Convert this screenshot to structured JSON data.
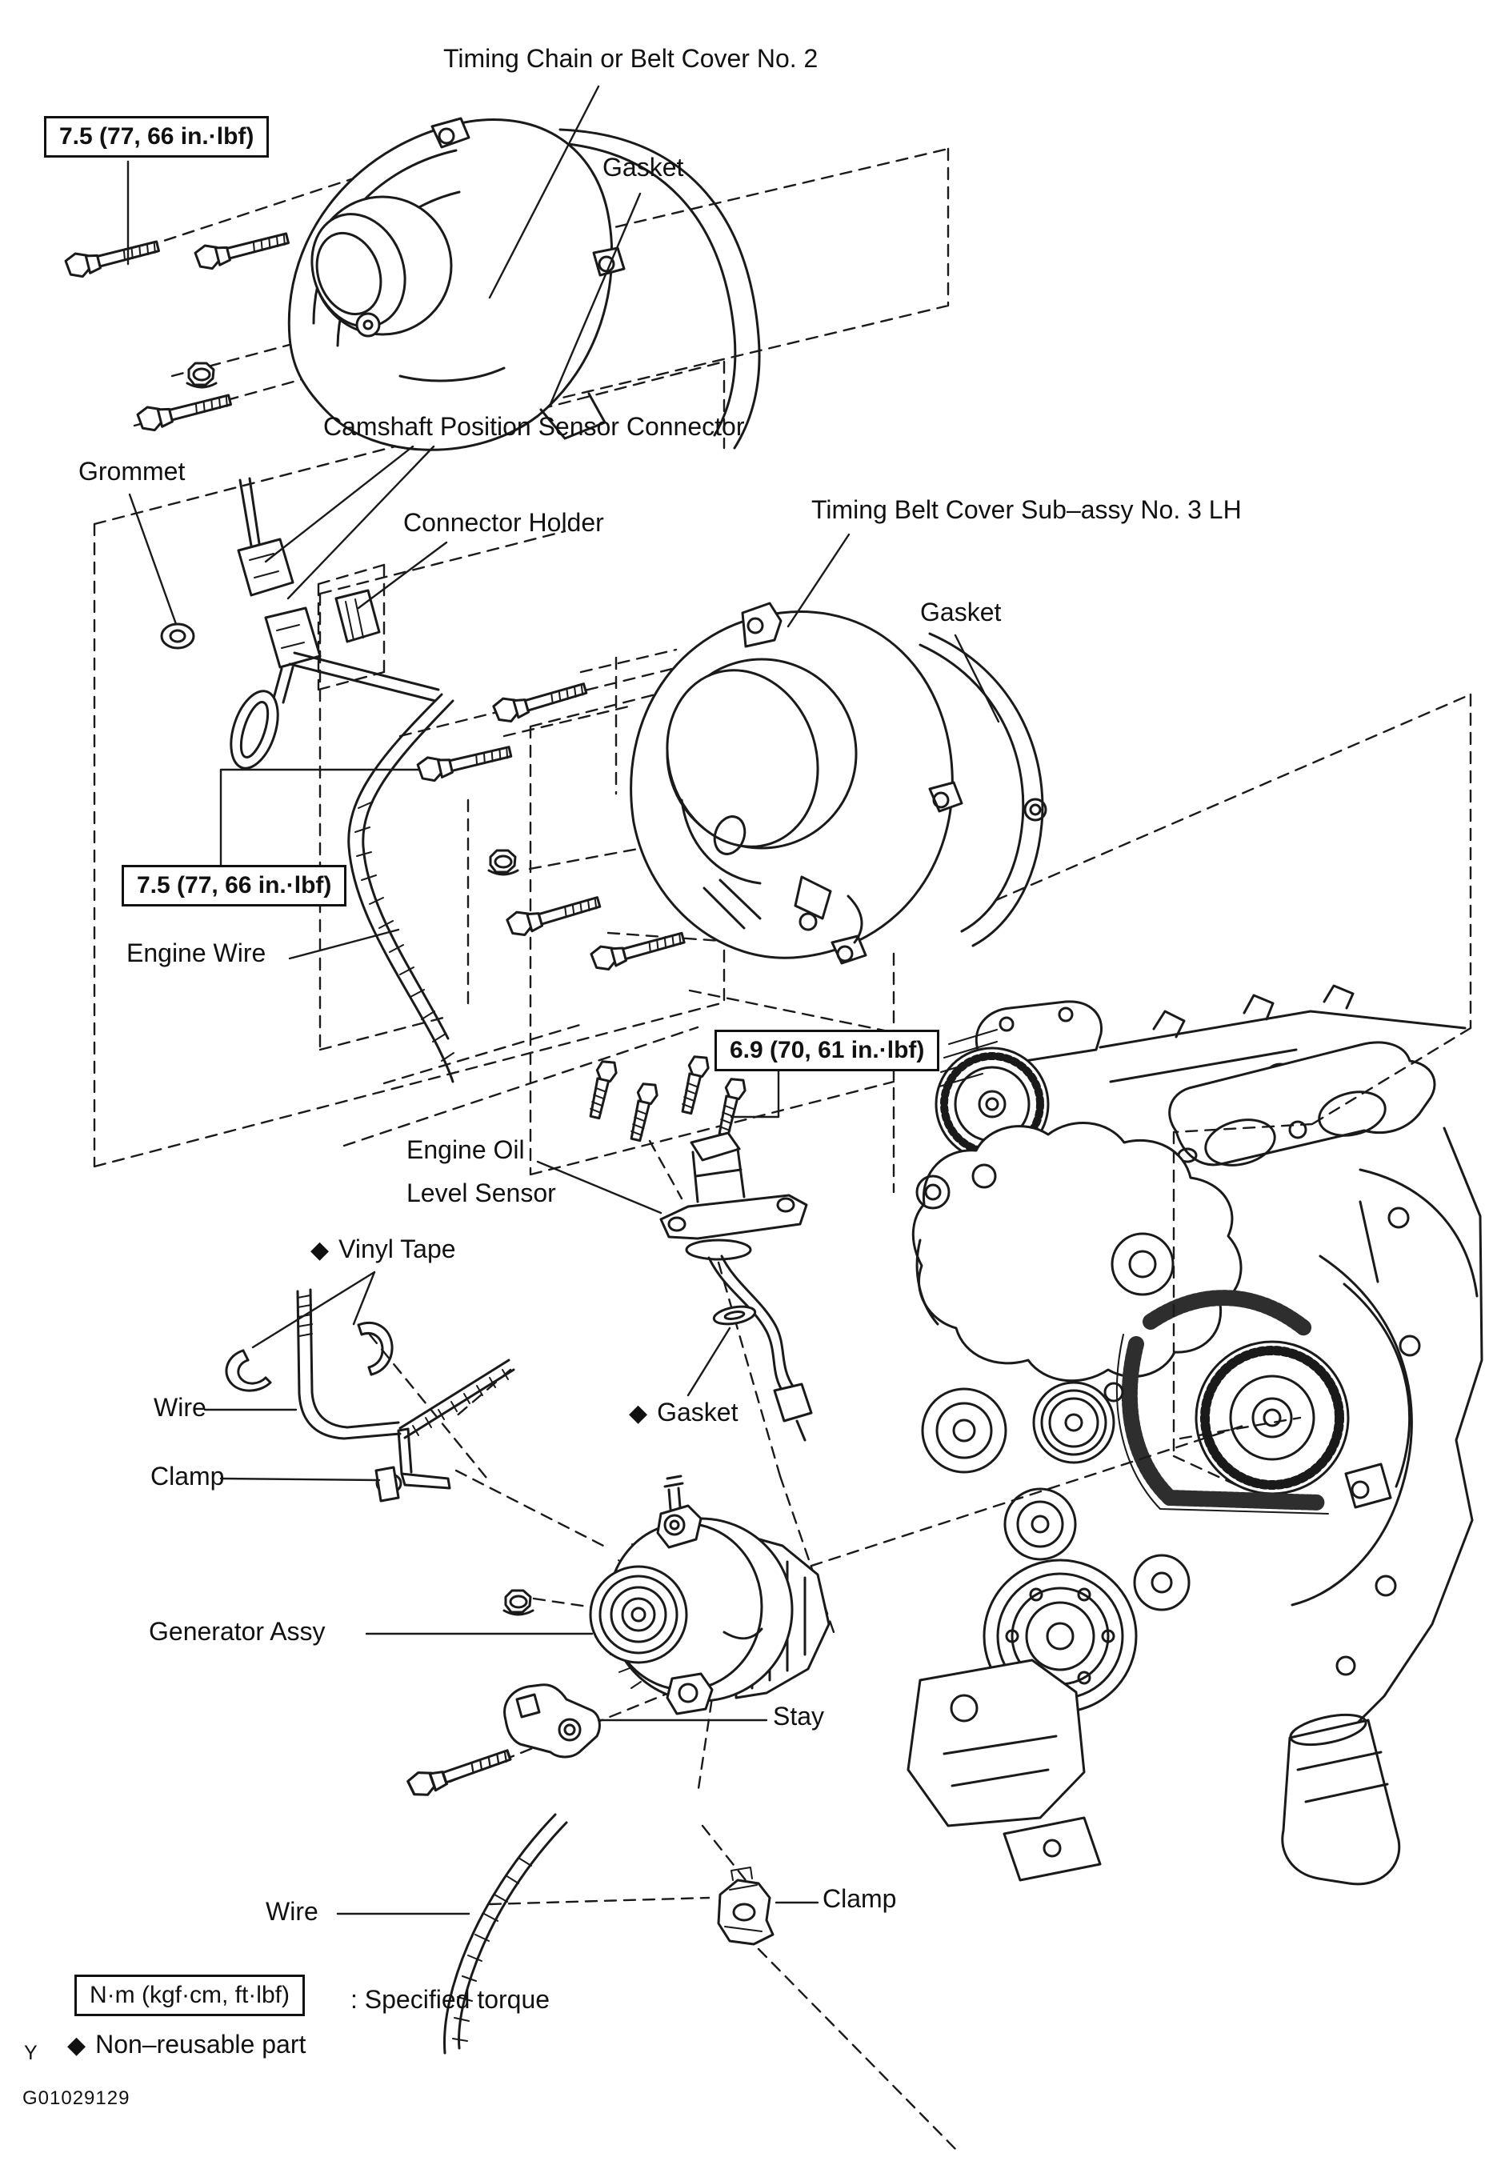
{
  "page": {
    "background": "#ffffff",
    "ink": "#1a1a1a"
  },
  "figure_code": "G01029129",
  "page_mark": "Y",
  "legend": {
    "torque_box": "N·m (kgf·cm, ft·lbf)",
    "torque_suffix": ": Specified torque",
    "diamond": "◆",
    "non_reusable": "Non–reusable part"
  },
  "torque_specs": {
    "cover_no2": "7.5 (77, 66 in.·lbf)",
    "cover_no3": "7.5 (77, 66 in.·lbf)",
    "oil_level_sensor": "6.9 (70, 61 in.·lbf)"
  },
  "labels": {
    "timing_cover_no2": "Timing Chain or Belt Cover No. 2",
    "gasket_top": "Gasket",
    "camshaft_sensor_connector": "Camshaft Position Sensor Connector",
    "grommet": "Grommet",
    "connector_holder": "Connector Holder",
    "timing_cover_no3": "Timing Belt Cover Sub–assy No. 3 LH",
    "gasket_cover_no3": "Gasket",
    "engine_wire": "Engine Wire",
    "oil_sensor_line1": "Engine Oil",
    "oil_sensor_line2": "Level Sensor",
    "vinyl_tape": "Vinyl Tape",
    "wire_upper": "Wire",
    "gasket_sensor": "Gasket",
    "clamp_upper": "Clamp",
    "generator": "Generator Assy",
    "stay": "Stay",
    "wire_lower": "Wire",
    "clamp_lower": "Clamp"
  }
}
